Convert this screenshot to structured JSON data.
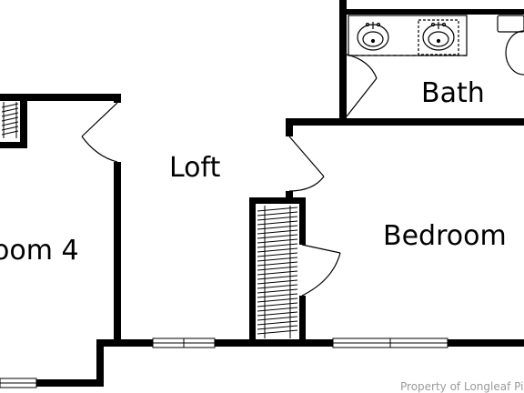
{
  "rooms": {
    "bedroom4": "oom 4",
    "loft": "Loft",
    "bath": "Bath",
    "bedroom": "Bedroom"
  },
  "watermark": "Property of Longleaf Pine",
  "colors": {
    "wall": "#000000",
    "background": "#ffffff",
    "watermark": "#9a9a9a"
  }
}
